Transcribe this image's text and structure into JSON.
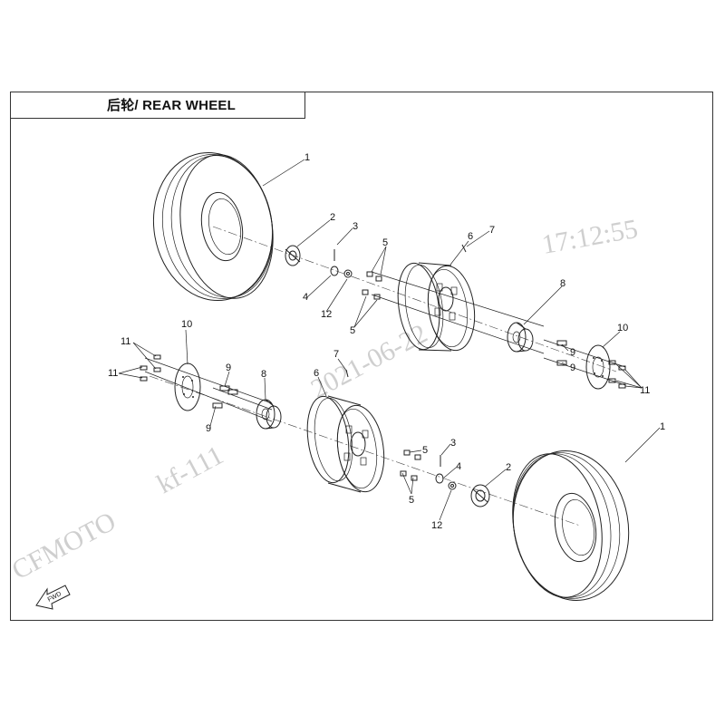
{
  "header": {
    "title": "后轮/ REAR WHEEL"
  },
  "watermark": {
    "brand": "CFMOTO",
    "code": "kf-111",
    "date": "2021-06-22",
    "time": "17:12:55"
  },
  "fwd_label": "FWD",
  "callouts": [
    "1",
    "2",
    "3",
    "4",
    "5",
    "6",
    "7",
    "8",
    "9",
    "10",
    "11",
    "12"
  ],
  "parts": {
    "tire": "tire-icon",
    "hub_cap": "hub-cap-icon",
    "rim": "rim-icon",
    "hub": "hub-icon",
    "brake_disc": "brake-disc-icon"
  }
}
